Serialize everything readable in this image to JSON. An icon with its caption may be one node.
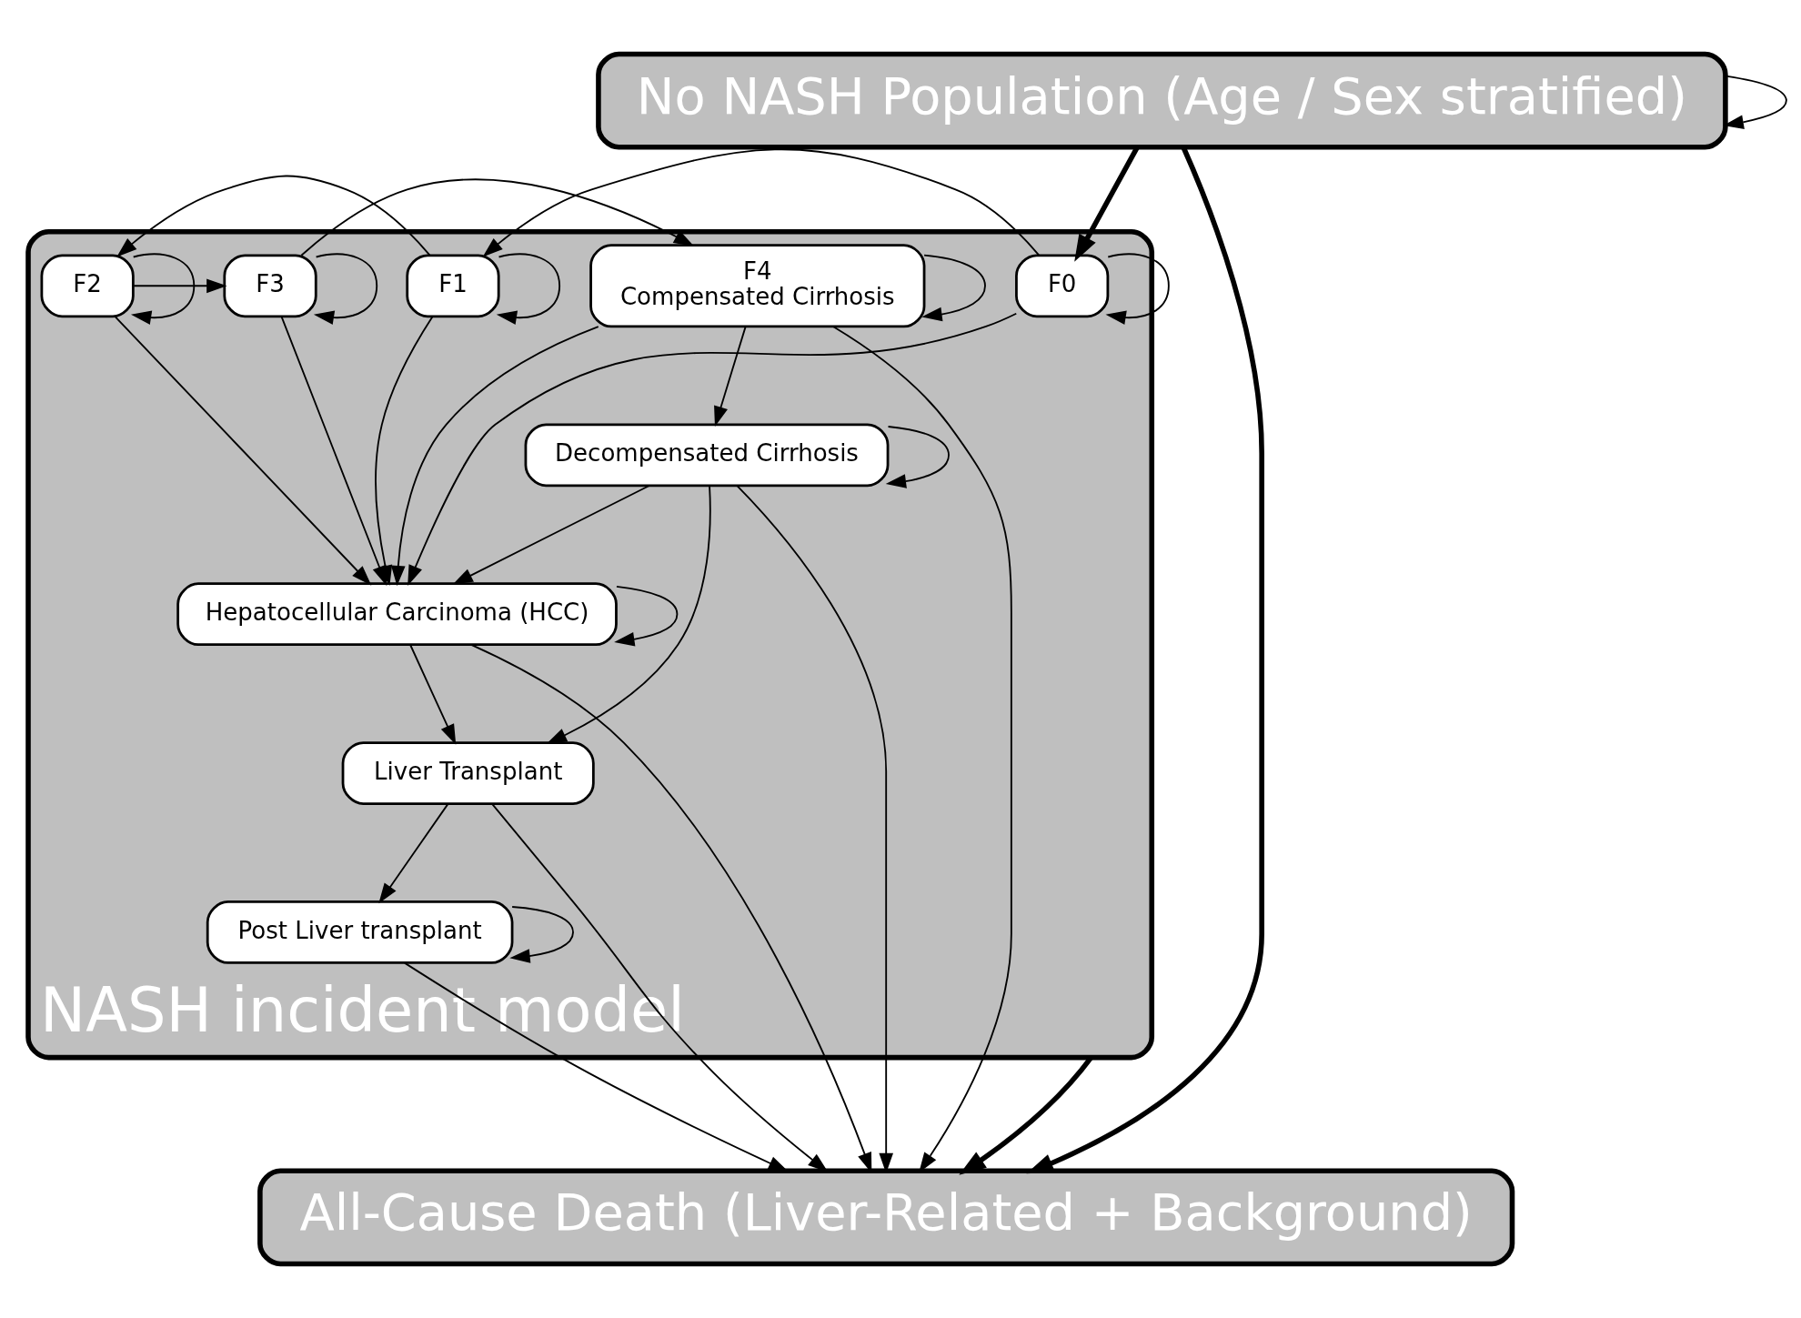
{
  "diagram": {
    "nodes": [
      {
        "text": [
          "No NASH Population (Age / Sex stratified)"
        ]
      },
      {
        "text": [
          "NASH incident model"
        ]
      },
      {
        "text": [
          "F0"
        ],
        "in": 1
      },
      {
        "text": [
          "F1"
        ],
        "in": 1
      },
      {
        "text": [
          "F2"
        ],
        "in": 1
      },
      {
        "text": [
          "F3"
        ],
        "in": 1
      },
      {
        "text": [
          "F4",
          "Compensated Cirrhosis"
        ],
        "in": 1
      },
      {
        "text": [
          "Hepatocellular Carcinoma (HCC)"
        ],
        "in": 1
      },
      {
        "text": [
          "Decompensated Cirrhosis"
        ],
        "in": 1
      },
      {
        "text": [
          "Liver Transplant"
        ],
        "in": 1
      },
      {
        "text": [
          "Post Liver transplant"
        ],
        "in": 1
      },
      {
        "text": [
          "All-Cause Death (Liver-Related + Background)"
        ]
      }
    ],
    "edges": [
      {
        "from": 0,
        "to": 0,
        "arrow": "to"
      },
      {
        "from": 0,
        "to": 2,
        "arrow": "to",
        "style": "thick"
      },
      {
        "from": 2,
        "to": 2,
        "arrow": "to"
      },
      {
        "from": 3,
        "to": 3,
        "arrow": "to"
      },
      {
        "from": 4,
        "to": 4,
        "arrow": "to"
      },
      {
        "from": 5,
        "to": 5,
        "arrow": "to"
      },
      {
        "from": 6,
        "to": 6,
        "arrow": "to"
      },
      {
        "from": 2,
        "to": 3,
        "arrow": "to"
      },
      {
        "from": 3,
        "to": 4,
        "arrow": "to"
      },
      {
        "from": 4,
        "to": 5,
        "arrow": "to"
      },
      {
        "from": 5,
        "to": 6,
        "arrow": "to"
      },
      {
        "from": 2,
        "to": 7,
        "arrow": "to"
      },
      {
        "from": 3,
        "to": 7,
        "arrow": "to"
      },
      {
        "from": 4,
        "to": 7,
        "arrow": "to"
      },
      {
        "from": 5,
        "to": 7,
        "arrow": "to"
      },
      {
        "from": 6,
        "to": 7,
        "arrow": "to"
      },
      {
        "from": 6,
        "to": 8,
        "arrow": "to"
      },
      {
        "from": 8,
        "to": 8,
        "arrow": "to"
      },
      {
        "from": 8,
        "to": 7,
        "arrow": "to"
      },
      {
        "from": 7,
        "to": 7,
        "arrow": "to"
      },
      {
        "from": 8,
        "to": 9,
        "arrow": "to"
      },
      {
        "from": 7,
        "to": 9,
        "arrow": "to"
      },
      {
        "from": 9,
        "to": 10,
        "arrow": "to"
      },
      {
        "from": 10,
        "to": 10,
        "arrow": "to"
      },
      {
        "from": 7,
        "to": 11,
        "arrow": "to"
      },
      {
        "from": 1,
        "to": 11,
        "arrow": "to",
        "style": "thick"
      },
      {
        "from": 0,
        "to": 11,
        "arrow": "to",
        "style": "thick"
      },
      {
        "from": 6,
        "to": 11,
        "arrow": "to"
      },
      {
        "from": 8,
        "to": 11,
        "arrow": "to"
      },
      {
        "from": 9,
        "to": 11,
        "arrow": "to"
      },
      {
        "from": 10,
        "to": 11,
        "arrow": "to"
      }
    ]
  }
}
